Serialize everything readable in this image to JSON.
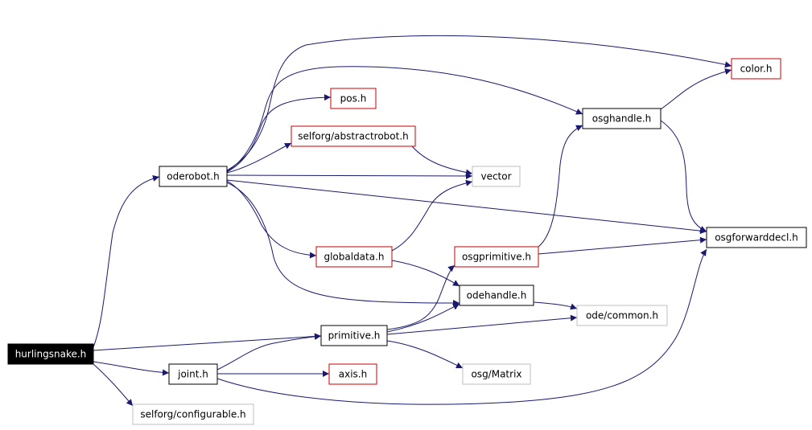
{
  "colors": {
    "edge": "#191970",
    "border_default": "#000000",
    "border_red": "#cc0000",
    "border_gray": "#bfbfbf",
    "root_fill": "#000000",
    "root_text": "#ffffff",
    "text": "#000000"
  },
  "nodes": {
    "hurlingsnake": {
      "label": "hurlingsnake.h",
      "style": "root"
    },
    "oderobot": {
      "label": "oderobot.h",
      "style": "default"
    },
    "pos": {
      "label": "pos.h",
      "style": "red"
    },
    "abstractrobot": {
      "label": "selforg/abstractrobot.h",
      "style": "red"
    },
    "vector": {
      "label": "vector",
      "style": "gray"
    },
    "color": {
      "label": "color.h",
      "style": "red"
    },
    "osghandle": {
      "label": "osghandle.h",
      "style": "default"
    },
    "osgforwarddecl": {
      "label": "osgforwarddecl.h",
      "style": "default"
    },
    "globaldata": {
      "label": "globaldata.h",
      "style": "red"
    },
    "osgprimitive": {
      "label": "osgprimitive.h",
      "style": "red"
    },
    "odehandle": {
      "label": "odehandle.h",
      "style": "default"
    },
    "odecommon": {
      "label": "ode/common.h",
      "style": "gray"
    },
    "primitive": {
      "label": "primitive.h",
      "style": "default"
    },
    "joint": {
      "label": "joint.h",
      "style": "default"
    },
    "axis": {
      "label": "axis.h",
      "style": "red"
    },
    "osgmatrix": {
      "label": "osg/Matrix",
      "style": "gray"
    },
    "configurable": {
      "label": "selforg/configurable.h",
      "style": "gray"
    }
  },
  "edges": [
    [
      "hurlingsnake",
      "oderobot"
    ],
    [
      "hurlingsnake",
      "primitive"
    ],
    [
      "hurlingsnake",
      "joint"
    ],
    [
      "hurlingsnake",
      "configurable"
    ],
    [
      "oderobot",
      "color"
    ],
    [
      "oderobot",
      "osghandle"
    ],
    [
      "oderobot",
      "pos"
    ],
    [
      "oderobot",
      "abstractrobot"
    ],
    [
      "oderobot",
      "vector"
    ],
    [
      "oderobot",
      "osgforwarddecl"
    ],
    [
      "oderobot",
      "globaldata"
    ],
    [
      "oderobot",
      "odehandle"
    ],
    [
      "abstractrobot",
      "vector"
    ],
    [
      "osghandle",
      "color"
    ],
    [
      "osghandle",
      "osgforwarddecl"
    ],
    [
      "globaldata",
      "vector"
    ],
    [
      "globaldata",
      "odehandle"
    ],
    [
      "osgprimitive",
      "osghandle"
    ],
    [
      "osgprimitive",
      "osgforwarddecl"
    ],
    [
      "odehandle",
      "odecommon"
    ],
    [
      "primitive",
      "osgprimitive"
    ],
    [
      "primitive",
      "odehandle"
    ],
    [
      "primitive",
      "odecommon"
    ],
    [
      "primitive",
      "osgmatrix"
    ],
    [
      "joint",
      "primitive"
    ],
    [
      "joint",
      "axis"
    ],
    [
      "joint",
      "osgforwarddecl"
    ]
  ]
}
